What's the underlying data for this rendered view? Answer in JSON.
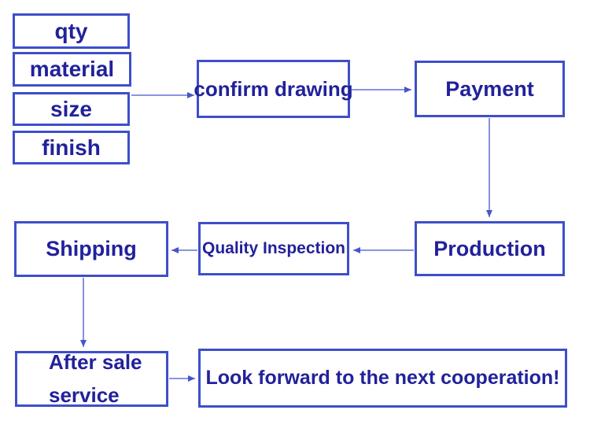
{
  "diagram": {
    "title": "order process flowchart",
    "colors": {
      "background": "#ffffff",
      "box_border": "#3e4fc9",
      "text": "#22219b",
      "arrow": "#4456cc"
    },
    "nodes": {
      "qty": {
        "label": "qty"
      },
      "material": {
        "label": "material"
      },
      "size": {
        "label": "size"
      },
      "finish": {
        "label": "finish"
      },
      "confirm_drawing": {
        "label": "confirm drawing"
      },
      "payment": {
        "label": "Payment"
      },
      "production": {
        "label": "Production"
      },
      "quality_inspection": {
        "label": "Quality Inspection"
      },
      "shipping": {
        "label": "Shipping"
      },
      "after_sale": {
        "line1": "After sale",
        "line2": "service"
      },
      "cooperation": {
        "label": "Look forward to the next cooperation!"
      }
    },
    "flow": [
      {
        "from": "qty/material/size/finish",
        "to": "confirm_drawing"
      },
      {
        "from": "confirm_drawing",
        "to": "payment"
      },
      {
        "from": "payment",
        "to": "production"
      },
      {
        "from": "production",
        "to": "quality_inspection"
      },
      {
        "from": "quality_inspection",
        "to": "shipping"
      },
      {
        "from": "shipping",
        "to": "after_sale"
      },
      {
        "from": "after_sale",
        "to": "cooperation"
      }
    ]
  }
}
